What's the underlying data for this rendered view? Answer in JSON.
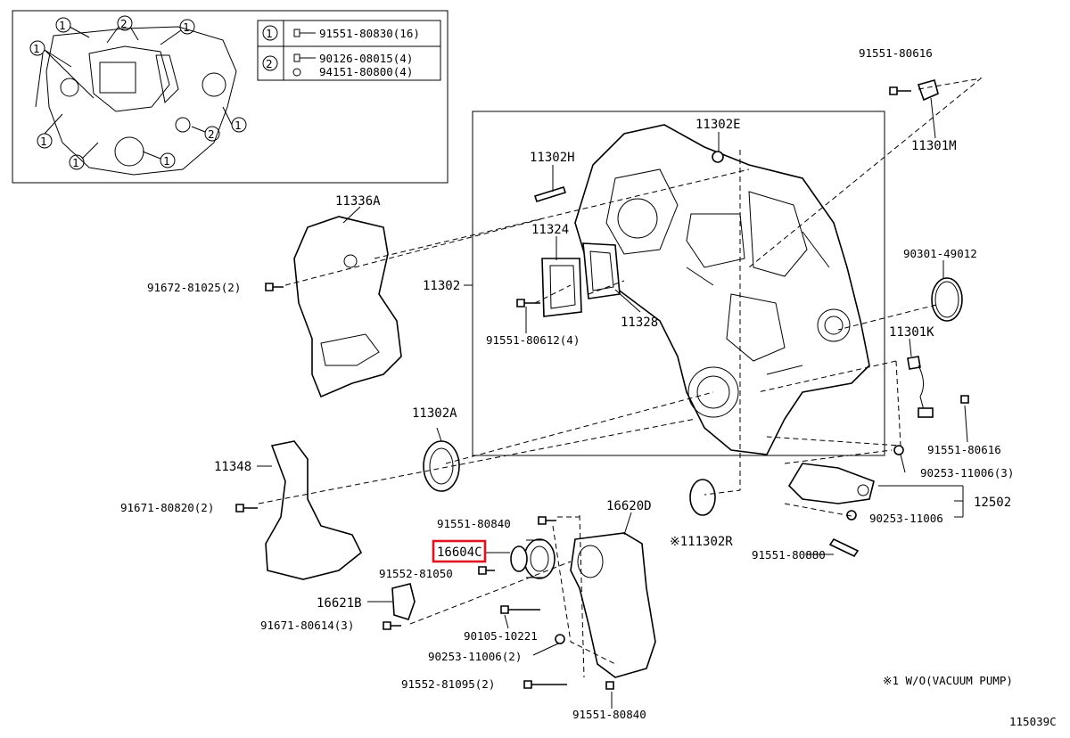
{
  "diagram_id": "115039C",
  "note": "※1 W/O(VACUUM PUMP)",
  "legend": [
    {
      "num": "1",
      "parts": [
        "91551-80830(16)"
      ]
    },
    {
      "num": "2",
      "parts": [
        "90126-08015(4)",
        "94151-80800(4)"
      ]
    }
  ],
  "overview_callouts": [
    "1",
    "2"
  ],
  "labels": {
    "p_11336A": "11336A",
    "p_91672_81025": "91672-81025(2)",
    "p_11302": "11302",
    "p_11302E": "11302E",
    "p_11302H": "11302H",
    "p_11324": "11324",
    "p_11328": "11328",
    "p_91551_80612": "91551-80612(4)",
    "p_91551_80616_top": "91551-80616",
    "p_11301M": "11301M",
    "p_90301_49012": "90301-49012",
    "p_11301K": "11301K",
    "p_91551_80616_right": "91551-80616",
    "p_90253_11006_3": "90253-11006(3)",
    "p_90253_11006": "90253-11006",
    "p_12502": "12502",
    "p_91551_80880": "91551-80880",
    "p_11302R": "※111302R",
    "p_11302A": "11302A",
    "p_11348": "11348",
    "p_91671_80820": "91671-80820(2)",
    "p_91551_80840_top": "91551-80840",
    "p_16620D": "16620D",
    "p_16604C": "16604C",
    "p_91552_81050": "91552-81050",
    "p_16621B": "16621B",
    "p_91671_80614": "91671-80614(3)",
    "p_90105_10221": "90105-10221",
    "p_90253_11006_2": "90253-11006(2)",
    "p_91552_81095": "91552-81095(2)",
    "p_91551_80840_bottom": "91551-80840"
  },
  "highlight_color": "#e0141e"
}
